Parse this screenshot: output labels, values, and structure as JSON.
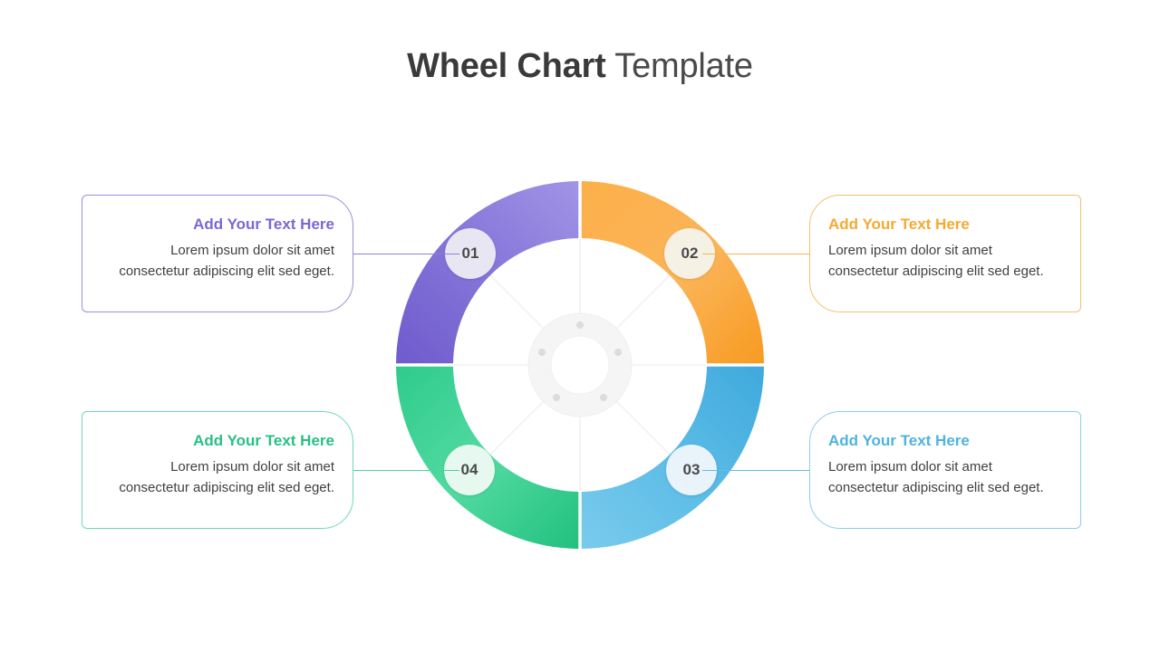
{
  "header": {
    "title_bold": "Wheel Chart",
    "title_light": " Template"
  },
  "chart_data": {
    "type": "pie",
    "title": "Wheel Chart Template",
    "subtype": "donut-wheel",
    "segment_count": 4,
    "equal_segments": true,
    "categories": [
      "01",
      "02",
      "03",
      "04"
    ],
    "values": [
      25,
      25,
      25,
      25
    ],
    "colors": [
      "#7b68d4",
      "#f9a93a",
      "#4eb3e0",
      "#3fcf8e"
    ],
    "legend_position": "outside-callouts",
    "grid": false,
    "hub": {
      "ring_color": "#f3f3f4",
      "dot_color": "#dddddd",
      "dot_count": 5
    },
    "spokes": {
      "count": 8,
      "color": "#f0f0f0"
    }
  },
  "segments": [
    {
      "id": "01",
      "number": "01",
      "position": "top-left",
      "color": "#7b68d4",
      "color_light": "#9a8ae0",
      "badge_bg": "#e9e6f3",
      "connector_color": "#8d7fd6",
      "card_border": "#9b8ddd",
      "title": "Add Your Text Here",
      "body": "Lorem ipsum dolor sit amet consectetur adipiscing elit sed eget."
    },
    {
      "id": "02",
      "number": "02",
      "position": "top-right",
      "color": "#f9a93a",
      "color_light": "#fbc169",
      "badge_bg": "#f6f1e5",
      "connector_color": "#f4b553",
      "card_border": "#f5bf6a",
      "title": "Add Your Text Here",
      "body": "Lorem ipsum dolor sit amet consectetur adipiscing elit sed eget."
    },
    {
      "id": "03",
      "number": "03",
      "position": "bottom-right",
      "color": "#4eb3e0",
      "color_light": "#74c8ea",
      "badge_bg": "#e9f4fa",
      "connector_color": "#62bbe4",
      "card_border": "#8ecdea",
      "title": "Add Your Text Here",
      "body": "Lorem ipsum dolor sit amet consectetur adipiscing elit sed eget."
    },
    {
      "id": "04",
      "number": "04",
      "position": "bottom-left",
      "color": "#3fcf8e",
      "color_light": "#6fe0b0",
      "badge_bg": "#e6f8ef",
      "connector_color": "#4fd3a0",
      "card_border": "#6ddcb0",
      "title": "Add Your Text Here",
      "body": "Lorem ipsum dolor sit amet consectetur adipiscing elit sed eget."
    }
  ]
}
